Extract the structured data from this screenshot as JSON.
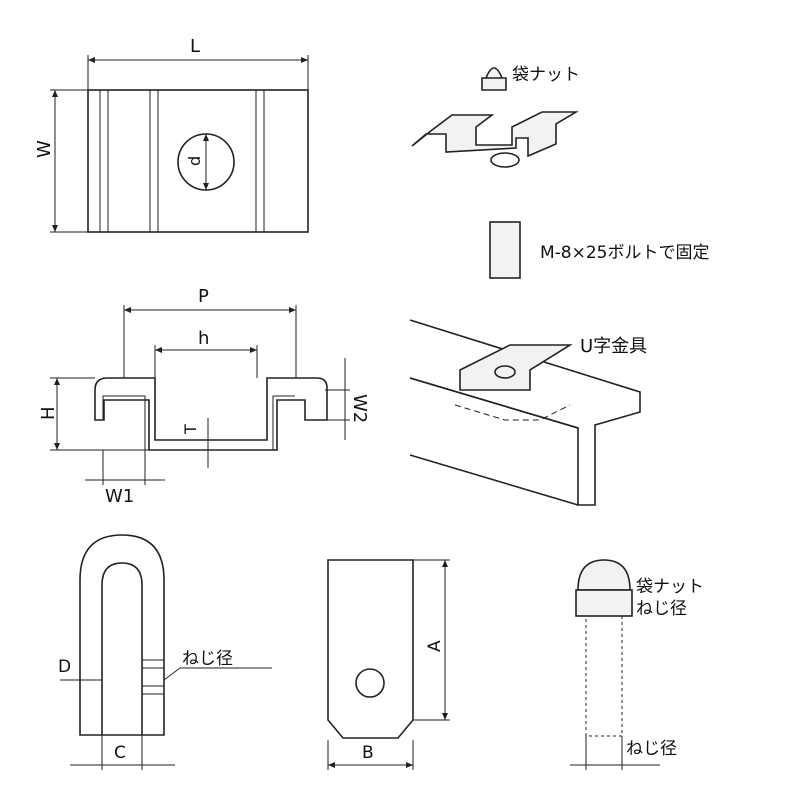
{
  "top_view": {
    "length": "L",
    "width": "W",
    "diameter": "d"
  },
  "assembly": {
    "cap_nut": "袋ナット",
    "bolt_note": "M-8×25ボルトで固定"
  },
  "side_view": {
    "pitch": "P",
    "inner": "h",
    "height": "H",
    "thickness": "T",
    "w1": "W1",
    "w2": "W2"
  },
  "mount": {
    "u_bracket": "U字金具"
  },
  "u_view": {
    "d": "D",
    "thread": "ねじ径",
    "c": "C"
  },
  "plate_view": {
    "a": "A",
    "b": "B"
  },
  "bolt_view": {
    "cap_nut": "袋ナット",
    "thread1": "ねじ径",
    "thread2": "ねじ径"
  }
}
